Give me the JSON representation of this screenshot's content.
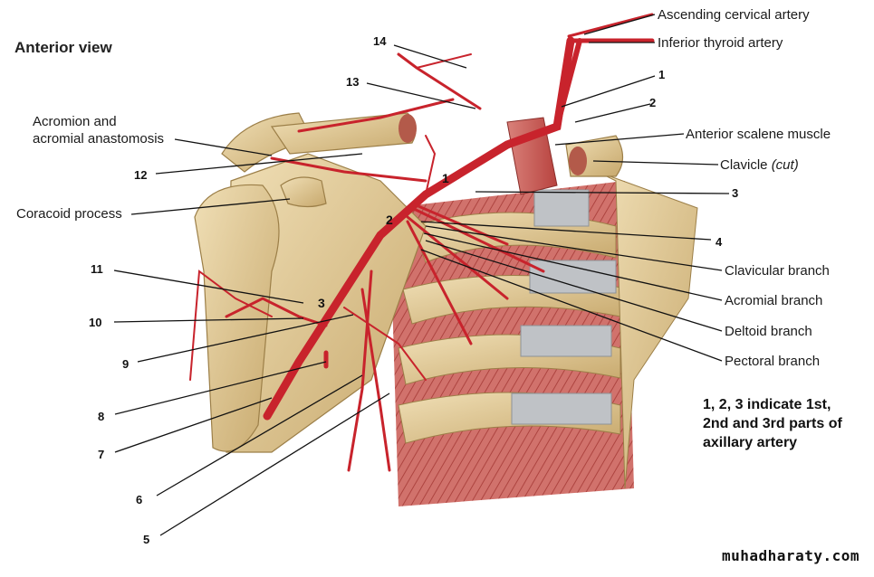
{
  "title": "Anterior view",
  "labels": {
    "ascending_cervical": "Ascending cervical artery",
    "inferior_thyroid": "Inferior thyroid artery",
    "anterior_scalene": "Anterior scalene muscle",
    "clavicle": "Clavicle",
    "clavicle_cut": "(cut)",
    "acromion_line1": "Acromion and",
    "acromion_line2": "acromial anastomosis",
    "coracoid": "Coracoid process",
    "clavicular_branch": "Clavicular branch",
    "acromial_branch": "Acromial branch",
    "deltoid_branch": "Deltoid branch",
    "pectoral_branch": "Pectoral branch"
  },
  "numbers": {
    "n1": "1",
    "n2": "2",
    "n3": "3",
    "n4": "4",
    "n5": "5",
    "n6": "6",
    "n7": "7",
    "n8": "8",
    "n9": "9",
    "n10": "10",
    "n11": "11",
    "n12": "12",
    "n13": "13",
    "n14": "14"
  },
  "parts": {
    "p1": "1",
    "p2": "2",
    "p3": "3"
  },
  "note": {
    "line1": "1, 2, 3 indicate 1st,",
    "line2": "2nd and 3rd parts of",
    "line3": "axillary artery"
  },
  "watermark": "muhadharaty.com",
  "colors": {
    "artery": "#c8232c",
    "bone": "#e4cfa0",
    "bone_shade": "#c9ae74",
    "muscle": "#cc5a5a",
    "cartilage": "#b9bcc0"
  }
}
